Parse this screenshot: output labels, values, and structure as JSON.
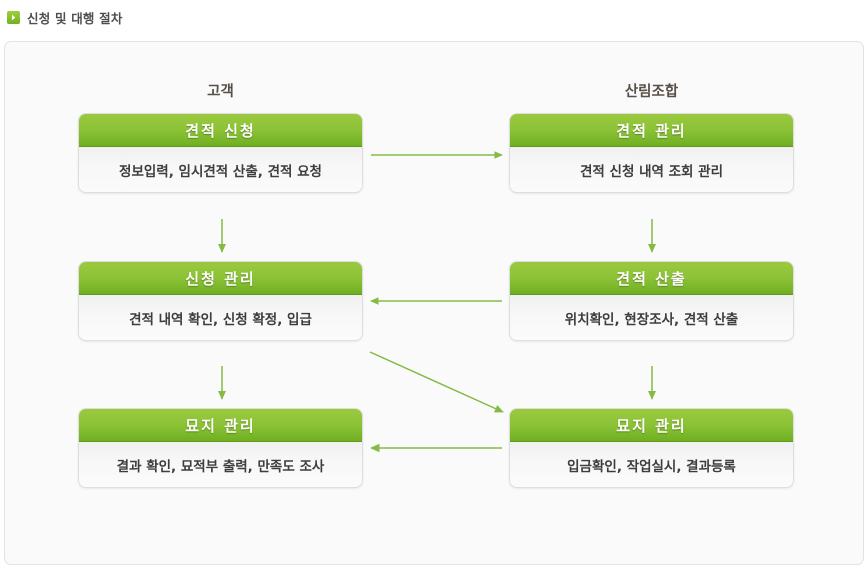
{
  "header": {
    "icon": "chevron-right-icon",
    "title": "신청 및 대행 절차"
  },
  "colors": {
    "green_light": "#9ac93f",
    "green_dark": "#6fae22",
    "green_border": "#5f9c1c",
    "arrow": "#84bb45",
    "box_body_bg": "#f7f7f7",
    "box_border": "#dedede",
    "card_border": "#e2e2e2",
    "title_text": "#4f4f4f",
    "column_title_text": "#585047"
  },
  "columns": [
    {
      "id": "customer",
      "label": "고객"
    },
    {
      "id": "forestry-cooperative",
      "label": "산림조합"
    }
  ],
  "boxes": [
    {
      "id": "quote-request",
      "column": "customer",
      "row": 1,
      "title": "견적 신청",
      "desc": "정보입력, 임시견적 산출, 견적 요청"
    },
    {
      "id": "quote-manage",
      "column": "forestry-cooperative",
      "row": 1,
      "title": "견적 관리",
      "desc": "견적 신청 내역 조회 관리"
    },
    {
      "id": "request-manage",
      "column": "customer",
      "row": 2,
      "title": "신청 관리",
      "desc": "견적 내역 확인, 신청 확정, 입급"
    },
    {
      "id": "quote-calc",
      "column": "forestry-cooperative",
      "row": 2,
      "title": "견적 산출",
      "desc": "위치확인, 현장조사, 견적 산출"
    },
    {
      "id": "grave-manage-customer",
      "column": "customer",
      "row": 3,
      "title": "묘지 관리",
      "desc": "결과 확인, 묘적부 출력, 만족도 조사"
    },
    {
      "id": "grave-manage-coop",
      "column": "forestry-cooperative",
      "row": 3,
      "title": "묘지 관리",
      "desc": "입금확인, 작업실시, 결과등록"
    }
  ],
  "arrows": [
    {
      "id": "quote-request-to-quote-manage",
      "direction": "right",
      "from": "quote-request",
      "to": "quote-manage"
    },
    {
      "id": "quote-request-to-request-manage",
      "direction": "down",
      "from": "quote-request",
      "to": "request-manage"
    },
    {
      "id": "quote-manage-to-quote-calc",
      "direction": "down",
      "from": "quote-manage",
      "to": "quote-calc"
    },
    {
      "id": "quote-calc-to-request-manage",
      "direction": "left",
      "from": "quote-calc",
      "to": "request-manage"
    },
    {
      "id": "request-manage-to-grave-customer",
      "direction": "down",
      "from": "request-manage",
      "to": "grave-manage-customer"
    },
    {
      "id": "request-manage-to-grave-coop",
      "direction": "down-right",
      "from": "request-manage",
      "to": "grave-manage-coop"
    },
    {
      "id": "quote-calc-to-grave-coop",
      "direction": "down",
      "from": "quote-calc",
      "to": "grave-manage-coop"
    },
    {
      "id": "grave-coop-to-grave-customer",
      "direction": "left",
      "from": "grave-manage-coop",
      "to": "grave-manage-customer"
    }
  ]
}
